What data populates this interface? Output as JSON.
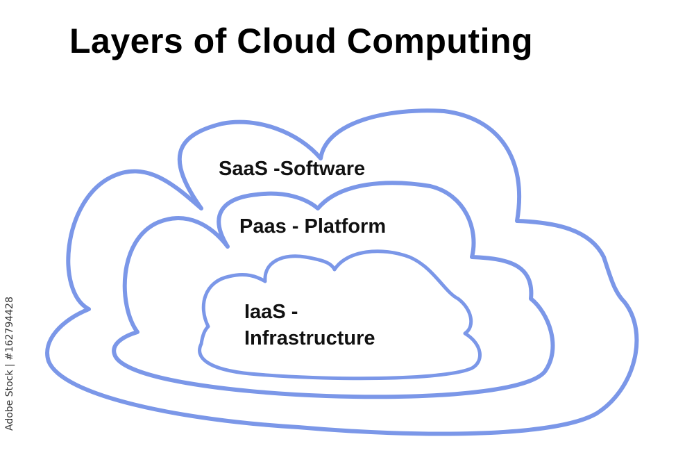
{
  "diagram": {
    "title": "Layers of Cloud Computing",
    "layers": [
      {
        "label": "SaaS -Software"
      },
      {
        "label": "Paas - Platform"
      },
      {
        "label_line1": "IaaS -",
        "label_line2": "Infrastructure"
      }
    ],
    "colors": {
      "cloud_stroke": "#7b97e8",
      "text": "#111111",
      "background": "#ffffff"
    }
  },
  "watermark": {
    "id_text": "Adobe Stock | #162794428"
  }
}
